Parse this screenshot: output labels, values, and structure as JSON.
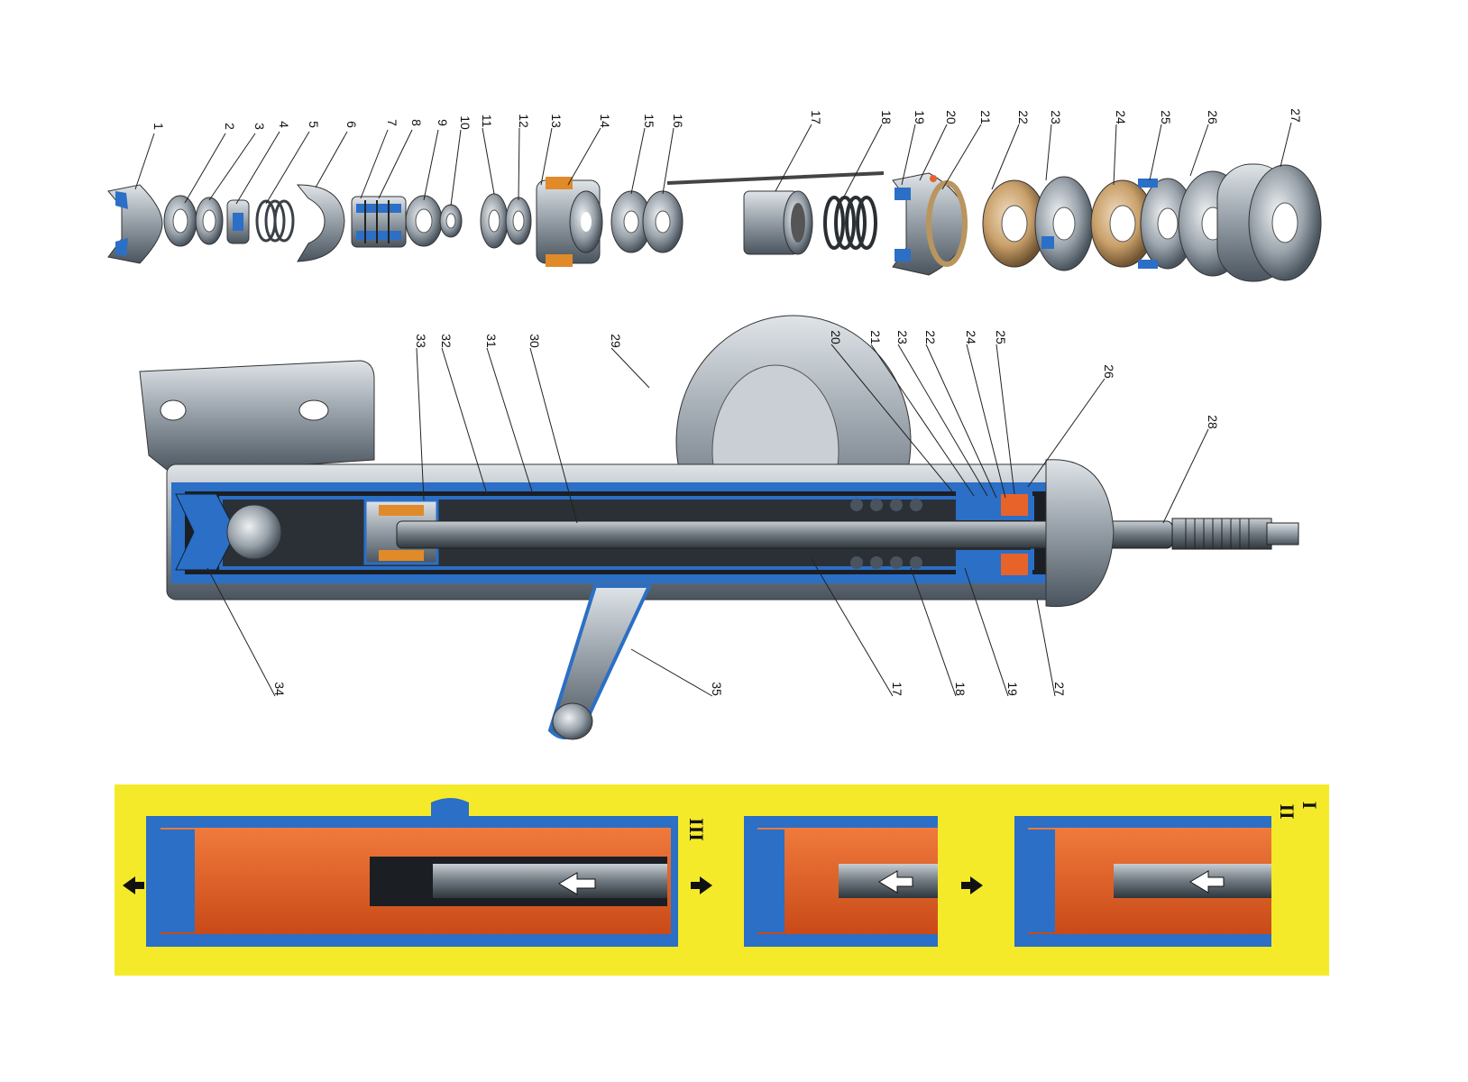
{
  "callouts": {
    "top": [
      "1",
      "2",
      "3",
      "4",
      "5",
      "6",
      "7",
      "8",
      "9",
      "10",
      "11",
      "12",
      "13",
      "14",
      "15",
      "16",
      "17",
      "18",
      "19",
      "20",
      "21",
      "22",
      "23",
      "24",
      "25",
      "26",
      "27"
    ],
    "mid_top": [
      "33",
      "32",
      "31",
      "30",
      "29",
      "20",
      "21",
      "23",
      "22",
      "24",
      "25",
      "26",
      "28"
    ],
    "mid_bottom": [
      "34",
      "35",
      "17",
      "18",
      "19",
      "27"
    ]
  },
  "panels": {
    "roman": [
      "III",
      "I",
      "II"
    ]
  },
  "colors": {
    "steel": "#9aa3ab",
    "steel_dark": "#4a545e",
    "section_blue": "#2b6fc6",
    "oil_orange": "#e8632a",
    "panel_yellow": "#f5ea2a",
    "bronze": "#c9a06a"
  }
}
